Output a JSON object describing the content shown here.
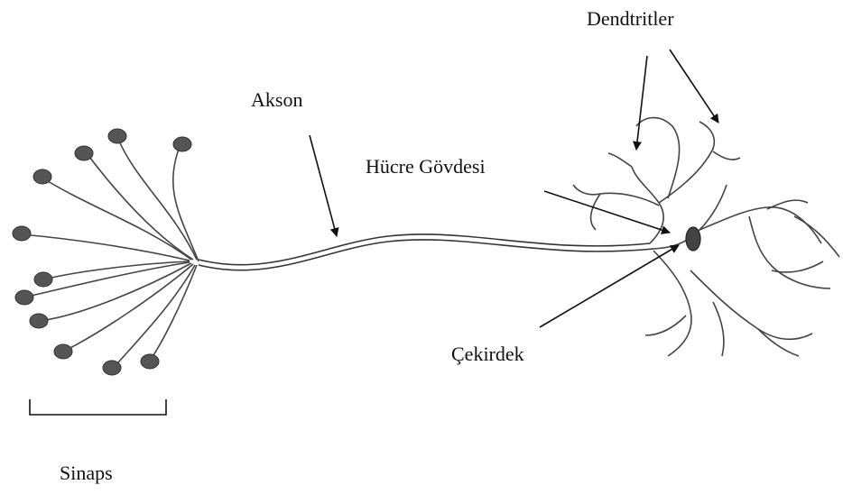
{
  "labels": {
    "dendritler": "Dendtritler",
    "akson": "Akson",
    "hucre_govdesi": "Hücre Gövdesi",
    "cekirdek": "Çekirdek",
    "sinaps": "Sinaps"
  },
  "colors": {
    "line": "#333333",
    "terminal": "#555555",
    "nucleus": "#444444"
  }
}
